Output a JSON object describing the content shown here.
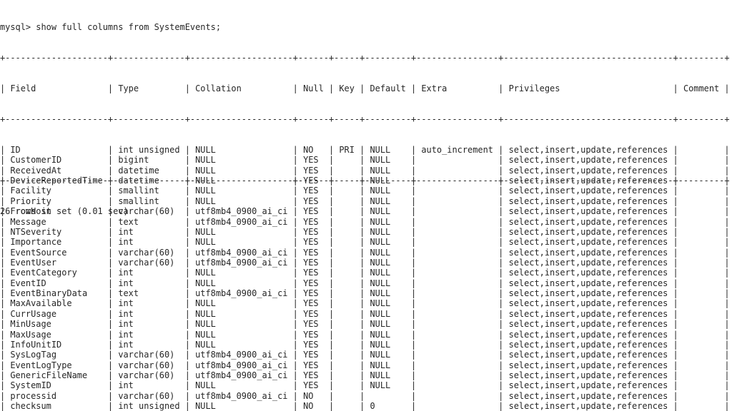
{
  "terminal": {
    "command_line": "mysql> show full columns from SystemEvents;",
    "footer": "26 rows in set (0.01 sec)"
  },
  "table": {
    "headers": [
      "Field",
      "Type",
      "Collation",
      "Null",
      "Key",
      "Default",
      "Extra",
      "Privileges",
      "Comment"
    ],
    "rows": [
      [
        "ID",
        "int unsigned",
        "NULL",
        "NO",
        "PRI",
        "NULL",
        "auto_increment",
        "select,insert,update,references",
        ""
      ],
      [
        "CustomerID",
        "bigint",
        "NULL",
        "YES",
        "",
        "NULL",
        "",
        "select,insert,update,references",
        ""
      ],
      [
        "ReceivedAt",
        "datetime",
        "NULL",
        "YES",
        "",
        "NULL",
        "",
        "select,insert,update,references",
        ""
      ],
      [
        "DeviceReportedTime",
        "datetime",
        "NULL",
        "YES",
        "",
        "NULL",
        "",
        "select,insert,update,references",
        ""
      ],
      [
        "Facility",
        "smallint",
        "NULL",
        "YES",
        "",
        "NULL",
        "",
        "select,insert,update,references",
        ""
      ],
      [
        "Priority",
        "smallint",
        "NULL",
        "YES",
        "",
        "NULL",
        "",
        "select,insert,update,references",
        ""
      ],
      [
        "FromHost",
        "varchar(60)",
        "utf8mb4_0900_ai_ci",
        "YES",
        "",
        "NULL",
        "",
        "select,insert,update,references",
        ""
      ],
      [
        "Message",
        "text",
        "utf8mb4_0900_ai_ci",
        "YES",
        "",
        "NULL",
        "",
        "select,insert,update,references",
        ""
      ],
      [
        "NTSeverity",
        "int",
        "NULL",
        "YES",
        "",
        "NULL",
        "",
        "select,insert,update,references",
        ""
      ],
      [
        "Importance",
        "int",
        "NULL",
        "YES",
        "",
        "NULL",
        "",
        "select,insert,update,references",
        ""
      ],
      [
        "EventSource",
        "varchar(60)",
        "utf8mb4_0900_ai_ci",
        "YES",
        "",
        "NULL",
        "",
        "select,insert,update,references",
        ""
      ],
      [
        "EventUser",
        "varchar(60)",
        "utf8mb4_0900_ai_ci",
        "YES",
        "",
        "NULL",
        "",
        "select,insert,update,references",
        ""
      ],
      [
        "EventCategory",
        "int",
        "NULL",
        "YES",
        "",
        "NULL",
        "",
        "select,insert,update,references",
        ""
      ],
      [
        "EventID",
        "int",
        "NULL",
        "YES",
        "",
        "NULL",
        "",
        "select,insert,update,references",
        ""
      ],
      [
        "EventBinaryData",
        "text",
        "utf8mb4_0900_ai_ci",
        "YES",
        "",
        "NULL",
        "",
        "select,insert,update,references",
        ""
      ],
      [
        "MaxAvailable",
        "int",
        "NULL",
        "YES",
        "",
        "NULL",
        "",
        "select,insert,update,references",
        ""
      ],
      [
        "CurrUsage",
        "int",
        "NULL",
        "YES",
        "",
        "NULL",
        "",
        "select,insert,update,references",
        ""
      ],
      [
        "MinUsage",
        "int",
        "NULL",
        "YES",
        "",
        "NULL",
        "",
        "select,insert,update,references",
        ""
      ],
      [
        "MaxUsage",
        "int",
        "NULL",
        "YES",
        "",
        "NULL",
        "",
        "select,insert,update,references",
        ""
      ],
      [
        "InfoUnitID",
        "int",
        "NULL",
        "YES",
        "",
        "NULL",
        "",
        "select,insert,update,references",
        ""
      ],
      [
        "SysLogTag",
        "varchar(60)",
        "utf8mb4_0900_ai_ci",
        "YES",
        "",
        "NULL",
        "",
        "select,insert,update,references",
        ""
      ],
      [
        "EventLogType",
        "varchar(60)",
        "utf8mb4_0900_ai_ci",
        "YES",
        "",
        "NULL",
        "",
        "select,insert,update,references",
        ""
      ],
      [
        "GenericFileName",
        "varchar(60)",
        "utf8mb4_0900_ai_ci",
        "YES",
        "",
        "NULL",
        "",
        "select,insert,update,references",
        ""
      ],
      [
        "SystemID",
        "int",
        "NULL",
        "YES",
        "",
        "NULL",
        "",
        "select,insert,update,references",
        ""
      ],
      [
        "processid",
        "varchar(60)",
        "utf8mb4_0900_ai_ci",
        "NO",
        "",
        "",
        "",
        "select,insert,update,references",
        ""
      ],
      [
        "checksum",
        "int unsigned",
        "NULL",
        "NO",
        "",
        "0",
        "",
        "select,insert,update,references",
        ""
      ]
    ]
  }
}
